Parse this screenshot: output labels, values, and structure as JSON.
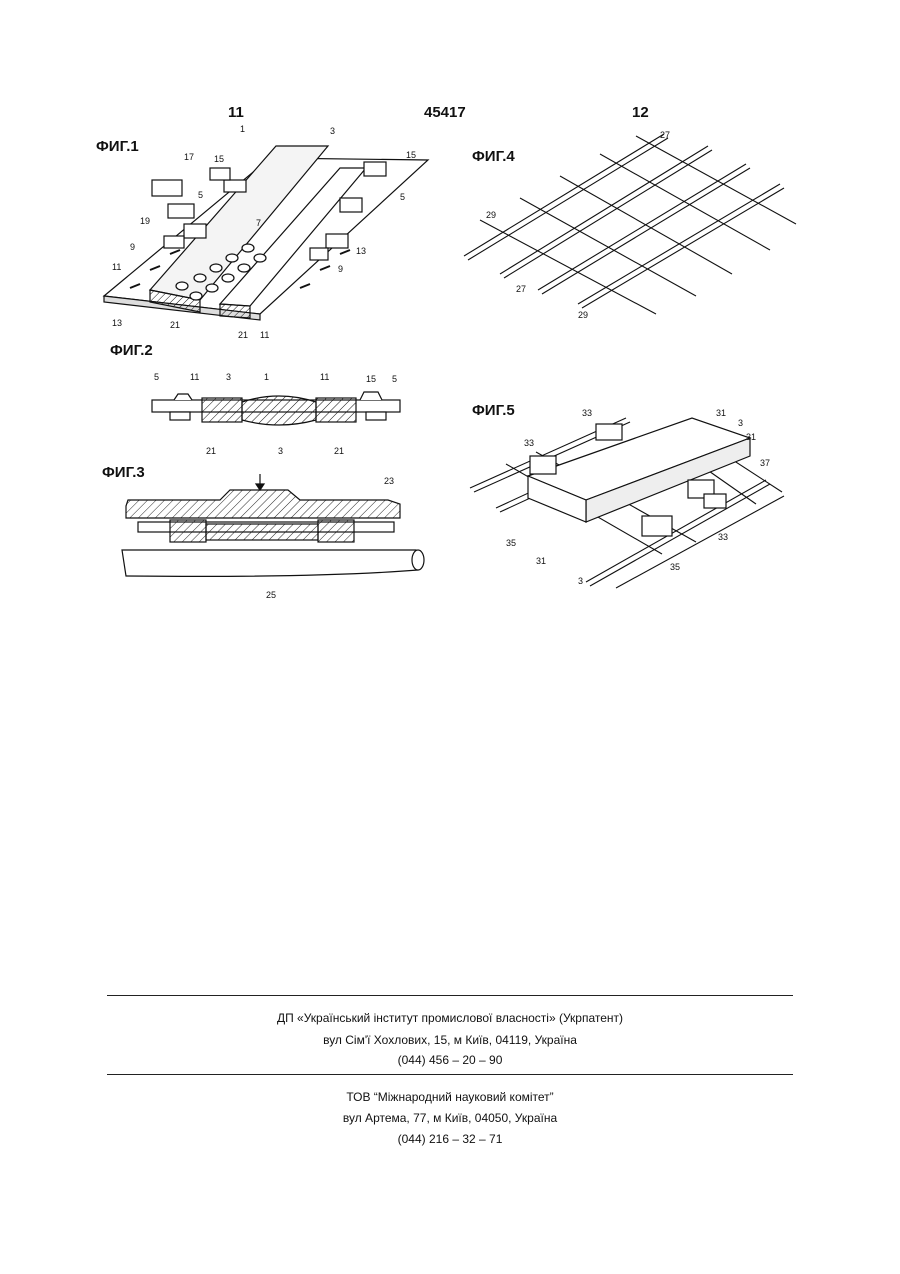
{
  "header": {
    "page_left": "11",
    "doc_number": "45417",
    "page_right": "12"
  },
  "figures": {
    "fig1": {
      "label": "ФИГ.1",
      "refs": [
        "1",
        "3",
        "5",
        "7",
        "9",
        "11",
        "13",
        "15",
        "17",
        "19",
        "21"
      ]
    },
    "fig2": {
      "label": "ФИГ.2",
      "refs": [
        "1",
        "3",
        "5",
        "11",
        "15",
        "21"
      ]
    },
    "fig3": {
      "label": "ФИГ.3",
      "refs": [
        "23",
        "25"
      ]
    },
    "fig4": {
      "label": "ФИГ.4",
      "refs": [
        "27",
        "29"
      ]
    },
    "fig5": {
      "label": "ФИГ.5",
      "refs": [
        "3",
        "31",
        "33",
        "35",
        "37"
      ]
    }
  },
  "footer": {
    "org1": "ДП «Український інститут промислової власності» (Укрпатент)",
    "addr1": "вул  Сім'ї Хохлових, 15, м  Київ, 04119, Україна",
    "phone1": "(044) 456 – 20 –  90",
    "org2": "ТОВ “Міжнародний науковий комітет”",
    "addr2": "вул  Артема, 77, м  Київ, 04050, Україна",
    "phone2": "(044) 216 – 32 – 71"
  }
}
